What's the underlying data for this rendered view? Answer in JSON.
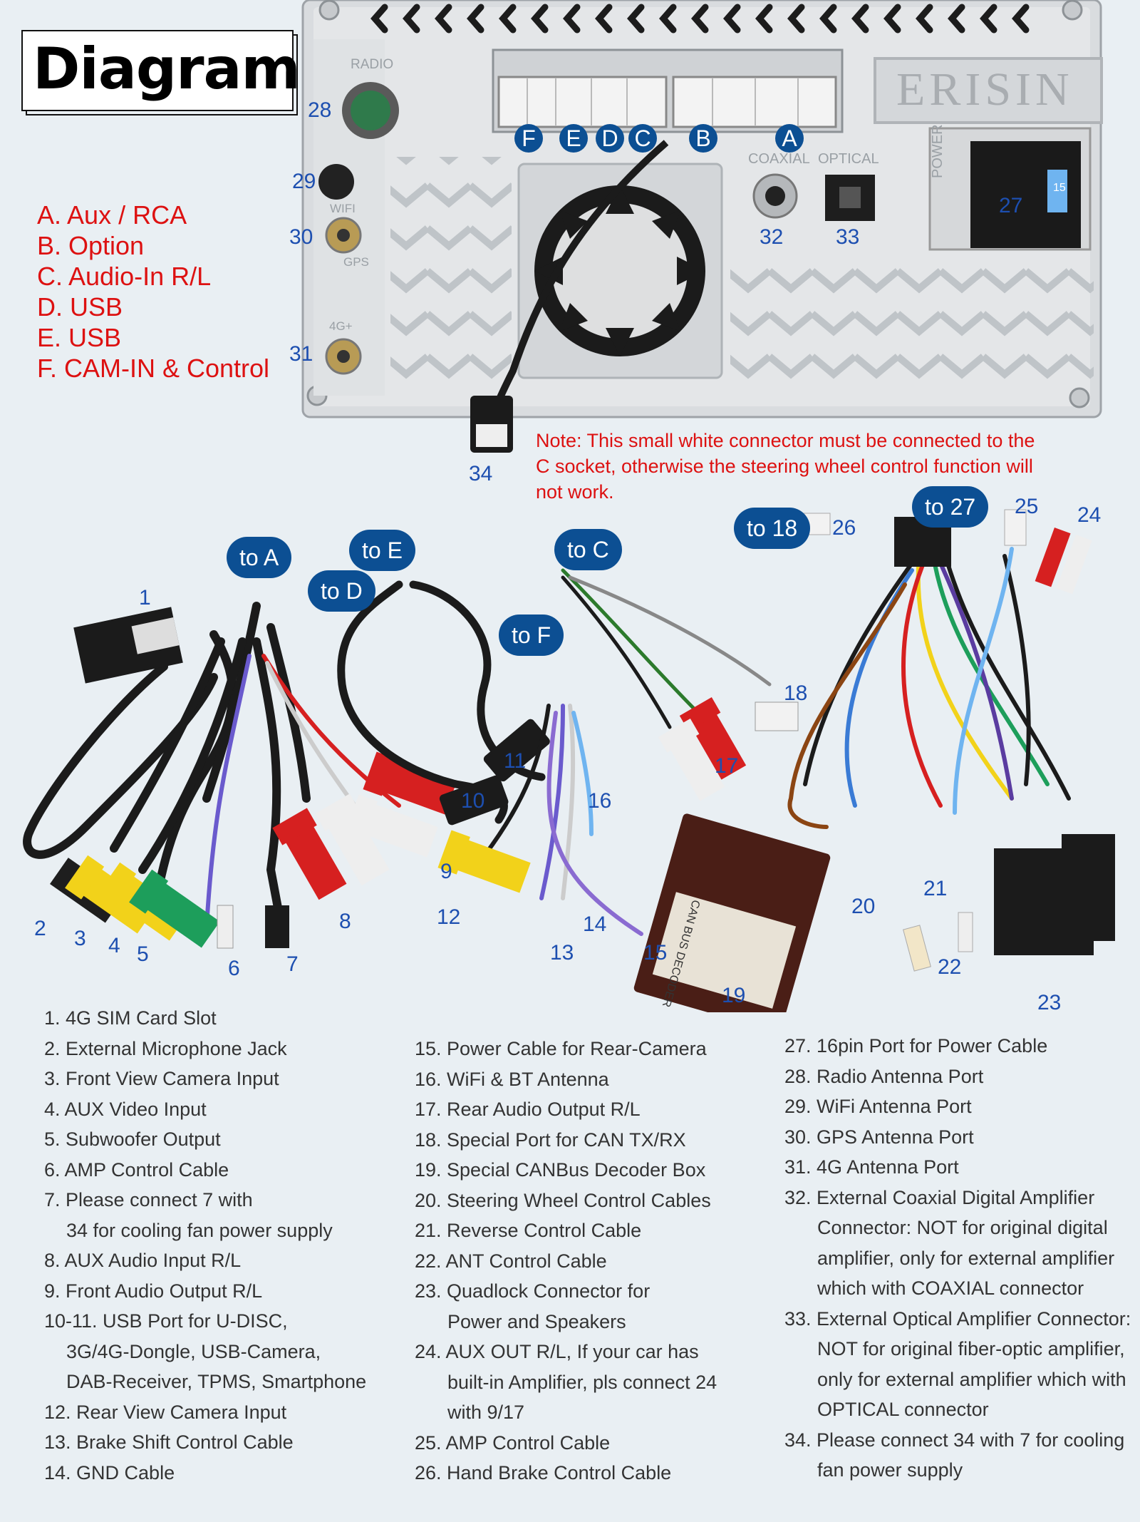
{
  "title": "Diagram",
  "brand": "ERISIN",
  "panel_labels": {
    "radio": "RADIO",
    "wifi": "WIFI",
    "gps": "GPS",
    "lte": "4G+",
    "coaxial": "COAXIAL",
    "optical": "OPTICAL",
    "power": "POWER",
    "fuse": "15"
  },
  "socket_letters": [
    "F",
    "E",
    "D",
    "C",
    "B",
    "A"
  ],
  "legend": [
    "A. Aux / RCA",
    "B. Option",
    "C. Audio-In R/L",
    "D. USB",
    "E. USB",
    "F. CAM-IN & Control"
  ],
  "note": "Note: This small white connector must be connected to the C socket, otherwise the steering wheel control function will not work.",
  "connector_tags": {
    "to_a": "to A",
    "to_e": "to E",
    "to_d": "to D",
    "to_c": "to C",
    "to_f": "to F",
    "to_18": "to 18",
    "to_27": "to 27"
  },
  "decoder_label": "CAN BUS DECODER",
  "panel_numbers": {
    "n27": "27",
    "n28": "28",
    "n29": "29",
    "n30": "30",
    "n31": "31",
    "n32": "32",
    "n33": "33",
    "n34": "34"
  },
  "harness_numbers": {
    "n1": "1",
    "n2": "2",
    "n3": "3",
    "n4": "4",
    "n5": "5",
    "n6": "6",
    "n7": "7",
    "n8": "8",
    "n9": "9",
    "n10": "10",
    "n11": "11",
    "n12": "12",
    "n13": "13",
    "n14": "14",
    "n15": "15",
    "n16": "16",
    "n17": "17",
    "n18": "18",
    "n19": "19",
    "n20": "20",
    "n21": "21",
    "n22": "22",
    "n23": "23",
    "n24": "24",
    "n25": "25",
    "n26": "26"
  },
  "list_col1": [
    "1. 4G SIM Card Slot",
    "2. External Microphone Jack",
    "3. Front View Camera Input",
    "4. AUX Video Input",
    "5. Subwoofer Output",
    "6. AMP Control Cable",
    "7. Please connect 7 with",
    "34 for cooling fan power supply",
    "8. AUX Audio Input R/L",
    "9. Front Audio Output R/L",
    "10-11. USB Port for U-DISC,",
    "3G/4G-Dongle, USB-Camera,",
    "DAB-Receiver, TPMS, Smartphone",
    "12. Rear View Camera Input",
    "13. Brake Shift Control Cable",
    "14. GND Cable"
  ],
  "list_col2": [
    "15. Power Cable for Rear-Camera",
    "16. WiFi & BT Antenna",
    "17. Rear Audio Output R/L",
    "18. Special Port for CAN TX/RX",
    "19. Special CANBus Decoder Box",
    "20. Steering Wheel Control Cables",
    "21. Reverse Control Cable",
    "22. ANT Control Cable",
    "23. Quadlock Connector for",
    "Power and Speakers",
    "24. AUX OUT R/L, If your car has",
    "built-in Amplifier, pls connect 24",
    "with 9/17",
    "25. AMP Control Cable",
    "26. Hand Brake Control Cable"
  ],
  "list_col3": [
    "27. 16pin Port for Power Cable",
    "28. Radio Antenna Port",
    "29. WiFi Antenna Port",
    "30. GPS Antenna Port",
    "31. 4G Antenna Port",
    "32. External Coaxial Digital Amplifier",
    "Connector: NOT for original digital",
    "amplifier, only for external amplifier",
    "which with COAXIAL connector",
    "33. External Optical Amplifier Connector:",
    "NOT for original fiber-optic amplifier,",
    "only for external amplifier which with",
    "OPTICAL connector",
    "34. Please connect 34 with 7 for cooling",
    "fan power supply"
  ]
}
